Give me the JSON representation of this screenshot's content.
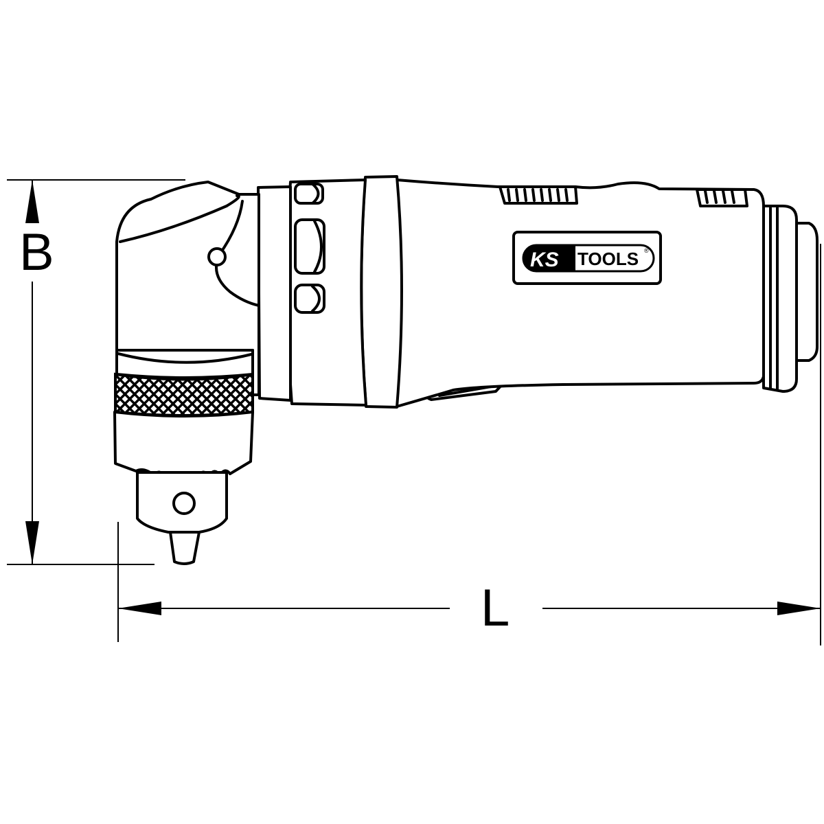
{
  "dimensions": {
    "height_label": "B",
    "length_label": "L"
  },
  "logo": {
    "brand_left": "KS",
    "brand_right": "TOOLS",
    "registered_mark": "®"
  },
  "colors": {
    "line": "#000000",
    "background": "#ffffff"
  }
}
